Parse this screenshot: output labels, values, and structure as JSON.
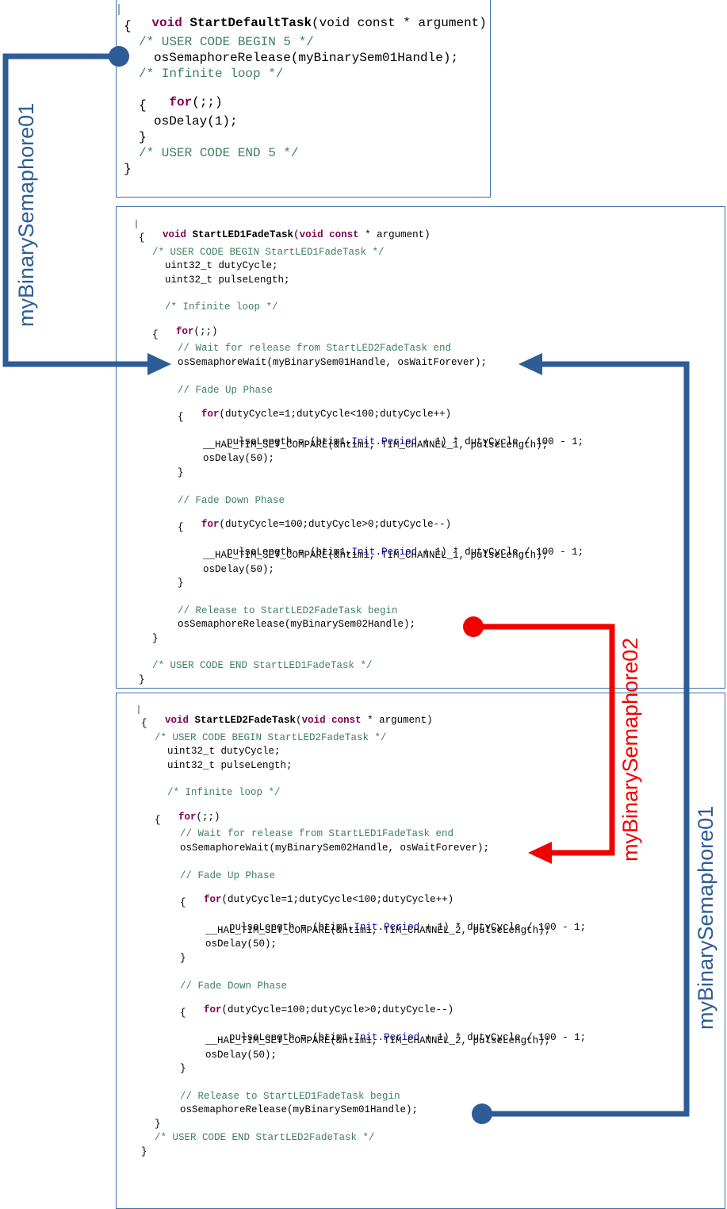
{
  "colors": {
    "blue_connector": "#2e5c96",
    "red_connector": "#f20000",
    "keyword": "#7f0055",
    "comment": "#3f7f5f",
    "field": "#0000c0"
  },
  "panel1": {
    "lines": [
      [
        "void ",
        "StartDefaultTask",
        "(void const * argument)"
      ],
      [
        "{"
      ],
      [
        "/* USER CODE BEGIN 5 */"
      ],
      [
        "osSemaphoreRelease(myBinarySem01Handle);"
      ],
      [
        "/* Infinite loop */"
      ],
      [
        "for",
        "(;;)"
      ],
      [
        "{"
      ],
      [
        "osDelay(1);"
      ],
      [
        "}"
      ],
      [
        "/* USER CODE END 5 */"
      ],
      [
        "}"
      ]
    ]
  },
  "panel2": {
    "sig": [
      "void ",
      "StartLED1FadeTask",
      "(",
      "void const",
      " * argument)"
    ],
    "open": "{",
    "begin_comment": "/* USER CODE BEGIN StartLED1FadeTask */",
    "decl1": "uint32_t dutyCycle;",
    "decl2": "uint32_t pulseLength;",
    "loop_comment": "/* Infinite loop */",
    "for_kw": "for",
    "for_rest": "(;;)",
    "brace_open": "{",
    "wait_comment": "// Wait for release from StartLED2FadeTask end",
    "wait_stmt": "osSemaphoreWait(myBinarySem01Handle, osWaitForever);",
    "up_comment": "// Fade Up Phase",
    "up_for": "(dutyCycle=1;dutyCycle<100;dutyCycle++)",
    "up_open": "{",
    "up_pl_a": "pulseLength = (htim1.",
    "init": "Init",
    "dot": ".",
    "period": "Period",
    "up_pl_b": " + 1) * dutyCycle / 100 - 1;",
    "up_cmp": "__HAL_TIM_SET_COMPARE(&htim1, TIM_CHANNEL_1, pulseLength);",
    "up_delay": "osDelay(50);",
    "up_close": "}",
    "down_comment": "// Fade Down Phase",
    "down_for": "(dutyCycle=100;dutyCycle>0;dutyCycle--)",
    "down_open": "{",
    "down_pl_a": "pulseLength = (htim1.",
    "down_pl_b": " + 1) * dutyCycle / 100 - 1;",
    "down_cmp": "__HAL_TIM_SET_COMPARE(&htim1, TIM_CHANNEL_1, pulseLength);",
    "down_delay": "osDelay(50);",
    "down_close": "}",
    "rel_comment": "// Release to StartLED2FadeTask begin",
    "rel_stmt": "osSemaphoreRelease(myBinarySem02Handle);",
    "brace_close": "}",
    "end_comment": "/* USER CODE END StartLED1FadeTask */",
    "close": "}"
  },
  "panel3": {
    "sig": [
      "void ",
      "StartLED2FadeTask",
      "(",
      "void const",
      " * argument)"
    ],
    "open": "{",
    "begin_comment": "/* USER CODE BEGIN StartLED2FadeTask */",
    "decl1": "uint32_t dutyCycle;",
    "decl2": "uint32_t pulseLength;",
    "loop_comment": "/* Infinite loop */",
    "for_kw": "for",
    "for_rest": "(;;)",
    "brace_open": "{",
    "wait_comment": "// Wait for release from StartLED1FadeTask end",
    "wait_stmt": "osSemaphoreWait(myBinarySem02Handle, osWaitForever);",
    "up_comment": "// Fade Up Phase",
    "up_for": "(dutyCycle=1;dutyCycle<100;dutyCycle++)",
    "up_open": "{",
    "up_pl_a": "pulseLength = (htim1.",
    "init": "Init",
    "dot": ".",
    "period": "Period",
    "up_pl_b": " + 1) * dutyCycle / 100 - 1;",
    "up_cmp": "__HAL_TIM_SET_COMPARE(&htim1, TIM_CHANNEL_2, pulseLength);",
    "up_delay": "osDelay(50);",
    "up_close": "}",
    "down_comment": "// Fade Down Phase",
    "down_for": "(dutyCycle=100;dutyCycle>0;dutyCycle--)",
    "down_open": "{",
    "down_pl_a": "pulseLength = (htim1.",
    "down_pl_b": " + 1) * dutyCycle / 100 - 1;",
    "down_cmp": "__HAL_TIM_SET_COMPARE(&htim1, TIM_CHANNEL_2, pulseLength);",
    "down_delay": "osDelay(50);",
    "down_close": "}",
    "rel_comment": "// Release to StartLED1FadeTask begin",
    "rel_stmt": "osSemaphoreRelease(myBinarySem01Handle);",
    "brace_close": "}",
    "end_comment": "/* USER CODE END StartLED2FadeTask */",
    "close": "}"
  },
  "connectors": {
    "left_label": "myBinarySemaphore01",
    "right_label": "myBinarySemaphore01",
    "red_label": "myBinarySemaphore02"
  }
}
